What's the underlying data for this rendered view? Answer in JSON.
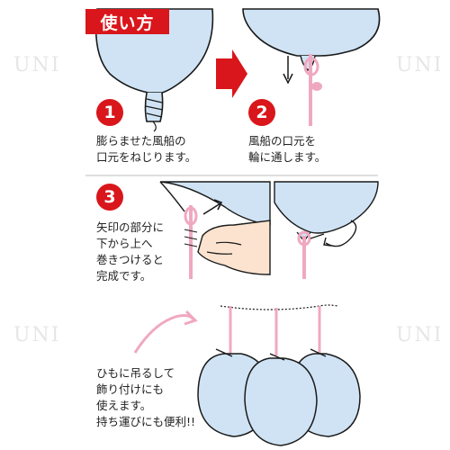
{
  "title": "使い方",
  "steps": [
    {
      "number": "1",
      "text": "膨らませた風船の\n口元をねじります。"
    },
    {
      "number": "2",
      "text": "風船の口元を\n輪に通します。"
    },
    {
      "number": "3",
      "text": "矢印の部分に\n下から上へ\n巻きつけると\n完成です。"
    }
  ],
  "hanging_note": "ひもに吊るして\n飾り付けにも\n使えます。\n持ち運びにも便利!!",
  "watermark": "UNI",
  "colors": {
    "accent_red": "#d9161b",
    "balloon_fill": "#cfe3f4",
    "balloon_stroke": "#1a1a1a",
    "ribbon_pink": "#f0a8c0",
    "panel_divider": "#bdbdbd"
  }
}
